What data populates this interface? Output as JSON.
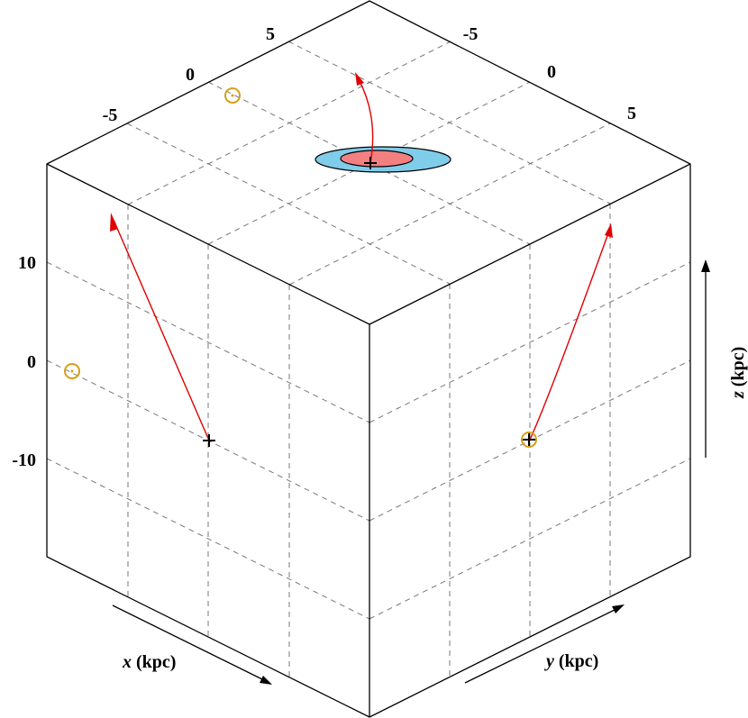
{
  "axes": {
    "x_label_var": "x",
    "x_label_unit": " (kpc)",
    "y_label_var": "y",
    "y_label_unit": " (kpc)",
    "z_label_var": "z",
    "z_label_unit": " (kpc)"
  },
  "ticks": {
    "top_left": [
      "-5",
      "0",
      "5"
    ],
    "top_right": [
      "-5",
      "0",
      "5"
    ],
    "left_side": [
      "10",
      "0",
      "-10"
    ]
  },
  "colors": {
    "outer_ellipse": "#7fcdea",
    "inner_ellipse": "#f28080",
    "velocity_arrow": "#e00000",
    "sun_marker": "#d4a017"
  }
}
